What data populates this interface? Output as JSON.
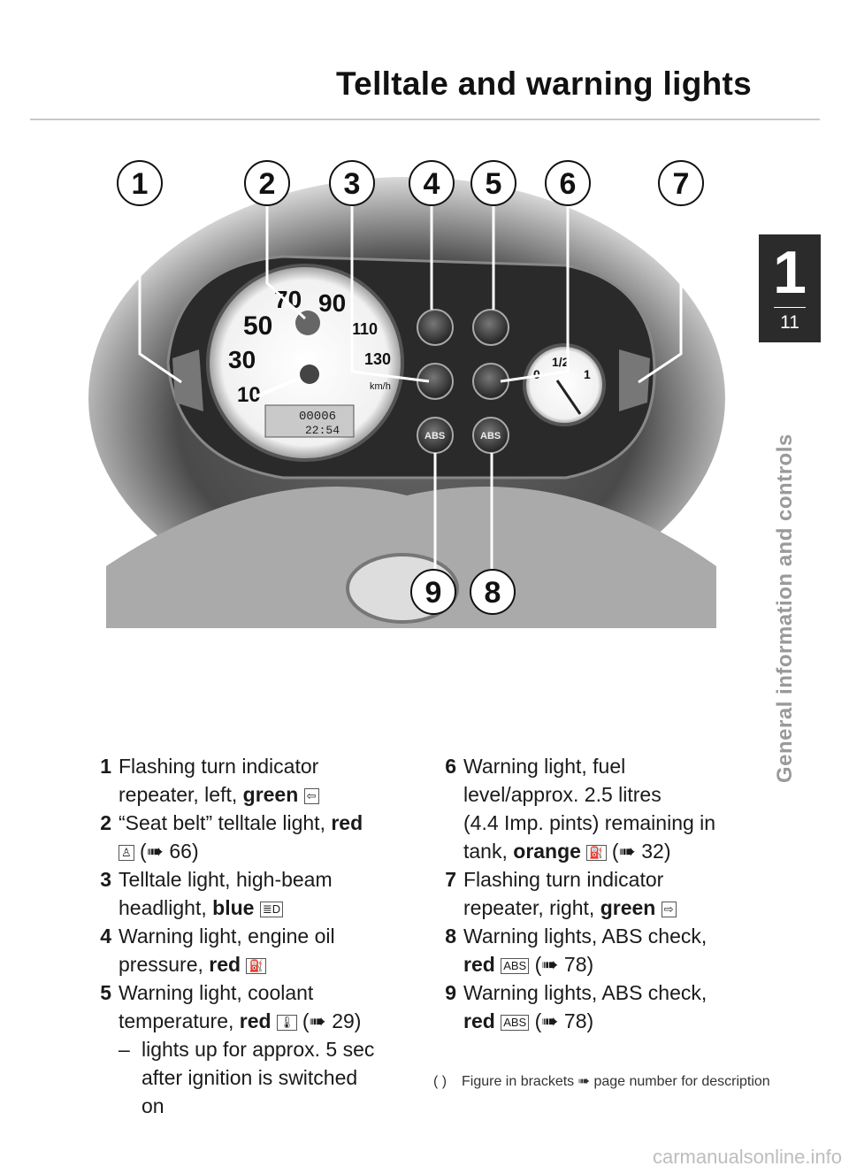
{
  "header": {
    "title": "Telltale and warning lights"
  },
  "chapter": {
    "number": "1",
    "page": "11",
    "side_label": "General information and controls"
  },
  "figure": {
    "callouts": [
      "1",
      "2",
      "3",
      "4",
      "5",
      "6",
      "7",
      "8",
      "9"
    ],
    "odometer": "00006",
    "clock": "22:54",
    "speed_ticks": [
      "10",
      "30",
      "50",
      "70",
      "90",
      "110",
      "130"
    ],
    "speed_unit": "km/h",
    "fuel_ticks": [
      "0",
      "1/2",
      "1"
    ],
    "abs_label": "ABS"
  },
  "legend": {
    "items": [
      {
        "num": "1",
        "lines": [
          "Flashing turn indicator",
          "repeater, left, "
        ],
        "color": "green",
        "symbol": "⇦",
        "ref": ""
      },
      {
        "num": "2",
        "lines": [
          "“Seat belt” telltale light, "
        ],
        "color": "red",
        "symbol": "♙",
        "ref": "(➠ 66)"
      },
      {
        "num": "3",
        "lines": [
          "Telltale light, high-beam",
          "headlight, "
        ],
        "color": "blue",
        "symbol": "≣D",
        "ref": ""
      },
      {
        "num": "4",
        "lines": [
          "Warning light, engine oil",
          "pressure, "
        ],
        "color": "red",
        "symbol": "⛽",
        "ref": ""
      },
      {
        "num": "5",
        "lines": [
          "Warning light, coolant",
          "temperature, "
        ],
        "color": "red",
        "symbol": "🌡",
        "ref": "(➠ 29)"
      },
      {
        "num": "6",
        "lines": [
          "Warning light, fuel",
          "level/approx. 2.5 litres",
          "(4.4 Imp. pints) remaining in",
          "tank, "
        ],
        "color": "orange",
        "symbol": "⛽",
        "ref": "(➠ 32)"
      },
      {
        "num": "7",
        "lines": [
          "Flashing turn indicator",
          "repeater, right, "
        ],
        "color": "green",
        "symbol": "⇨",
        "ref": ""
      },
      {
        "num": "8",
        "lines": [
          "Warning lights, ABS check,",
          ""
        ],
        "color": "red",
        "symbol": "ABS",
        "ref": "(➠ 78)"
      },
      {
        "num": "9",
        "lines": [
          "Warning lights, ABS check,",
          ""
        ],
        "color": "red",
        "symbol": "ABS",
        "ref": "(➠ 78)"
      }
    ],
    "sub_note": [
      "lights up for approx. 5 sec",
      "after ignition is switched",
      "on"
    ]
  },
  "footnote": {
    "paren": "( )",
    "text": "Figure in brackets ➠ page number for description"
  },
  "watermark": "carmanualsonline.info"
}
